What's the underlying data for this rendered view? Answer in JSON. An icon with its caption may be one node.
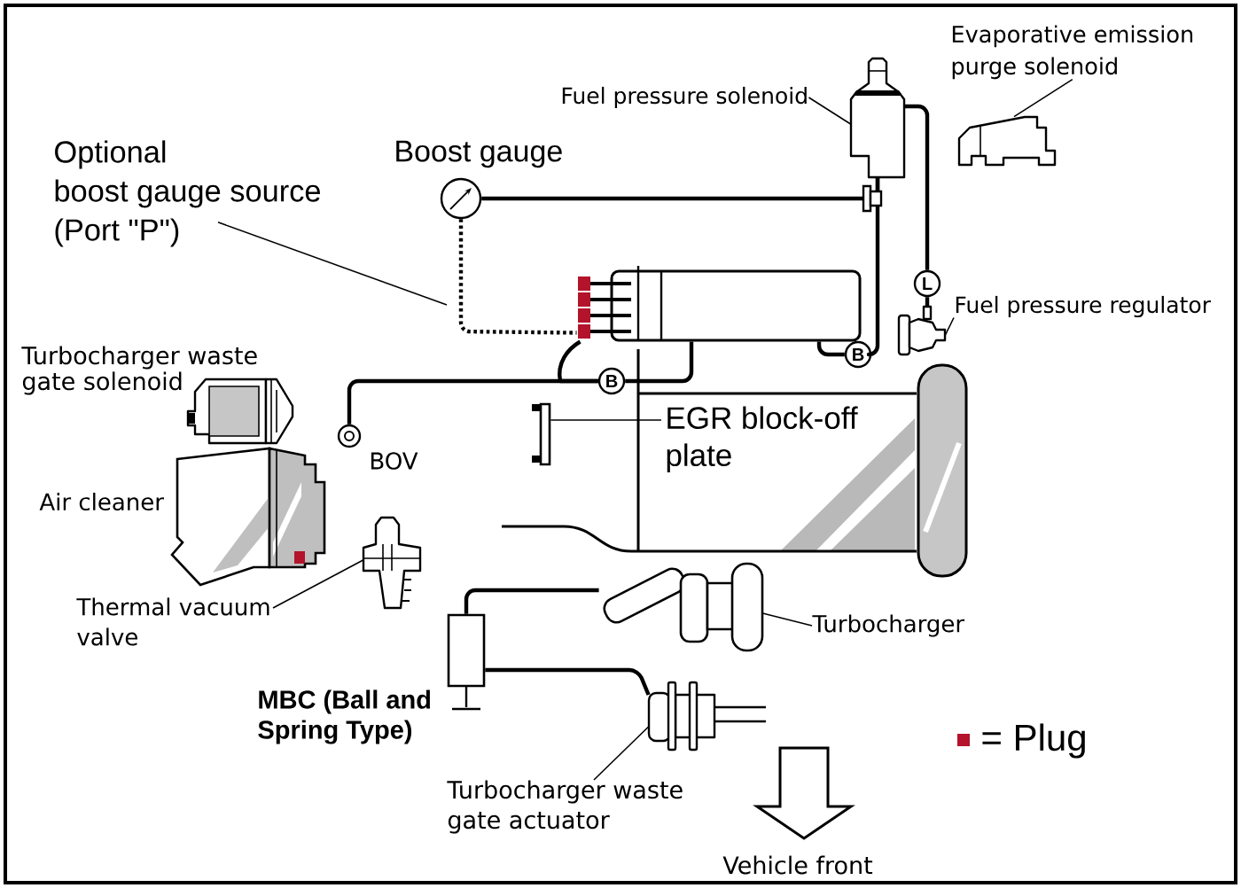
{
  "diagram": {
    "nodes": [
      {
        "text": [
          "Evaporative emission purge solenoid"
        ]
      },
      {
        "text": [
          "Fuel pressure solenoid"
        ]
      },
      {
        "text": [],
        "shape": "picture"
      },
      {
        "text": [],
        "shape": "picture"
      },
      {
        "text": [
          "Optional boost gauge source (Port \"P\")"
        ]
      },
      {
        "text": [],
        "shape": "circle",
        "beside": [
          "Boost gauge"
        ]
      },
      {
        "text": [],
        "shape": "box"
      },
      {
        "text": [
          "L"
        ]
      },
      {
        "text": [],
        "shape": "picture"
      },
      {
        "text": [
          "Fuel pressure regulator"
        ]
      },
      {
        "text": [
          "B"
        ]
      },
      {
        "text": [],
        "shape": "picture",
        "beside": [
          "Turbocharger waste gate solenoid"
        ]
      },
      {
        "text": [
          "B"
        ]
      },
      {
        "text": [],
        "shape": "circle",
        "beside": [
          "BOV"
        ]
      },
      {
        "text": [],
        "shape": "box"
      },
      {
        "text": [
          "EGR block-off plate"
        ]
      },
      {
        "text": [],
        "shape": "picture",
        "beside": [
          "Air cleaner"
        ]
      },
      {
        "text": [],
        "shape": "picture"
      },
      {
        "text": [
          "Thermal vacuum valve"
        ]
      },
      {
        "text": [],
        "shape": "picture"
      },
      {
        "text": [
          "Turbocharger"
        ]
      },
      {
        "text": [],
        "shape": "box",
        "beside": [
          "MBC (Ball and Spring Type)"
        ]
      },
      {
        "text": [],
        "shape": "picture"
      },
      {
        "text": [
          "Turbocharger waste gate actuator"
        ]
      }
    ],
    "edges": [
      {
        "from": 0,
        "to": 3,
        "arrow": "none"
      },
      {
        "from": 1,
        "to": 2,
        "arrow": "none"
      },
      {
        "from": 4,
        "to": null,
        "arrow": "none"
      },
      {
        "from": 5,
        "to": 2,
        "arrow": "none"
      },
      {
        "from": 2,
        "to": 10,
        "arrow": "none"
      },
      {
        "from": 2,
        "to": 7,
        "arrow": "none"
      },
      {
        "from": 7,
        "to": 8,
        "arrow": "none"
      },
      {
        "from": 9,
        "to": 8,
        "arrow": "none"
      },
      {
        "from": 5,
        "to": 6,
        "arrow": "none",
        "style": "dashed"
      },
      {
        "from": 6,
        "to": 10,
        "arrow": "none"
      },
      {
        "from": 13,
        "to": 12,
        "arrow": "none"
      },
      {
        "from": 12,
        "to": 6,
        "arrow": "none"
      },
      {
        "from": 15,
        "to": 14,
        "arrow": "none"
      },
      {
        "from": 18,
        "to": 17,
        "arrow": "none"
      },
      {
        "from": 21,
        "to": 19,
        "arrow": "none"
      },
      {
        "from": 21,
        "to": 22,
        "arrow": "none"
      },
      {
        "from": 20,
        "to": 19,
        "arrow": "none"
      },
      {
        "from": 23,
        "to": 22,
        "arrow": "none"
      },
      {
        "from": 6,
        "to": 12,
        "arrow": "none"
      }
    ],
    "labels": [
      "Vehicle front"
    ],
    "legend": [
      {
        "text": "= Plug",
        "color": "#b3132b"
      }
    ]
  }
}
